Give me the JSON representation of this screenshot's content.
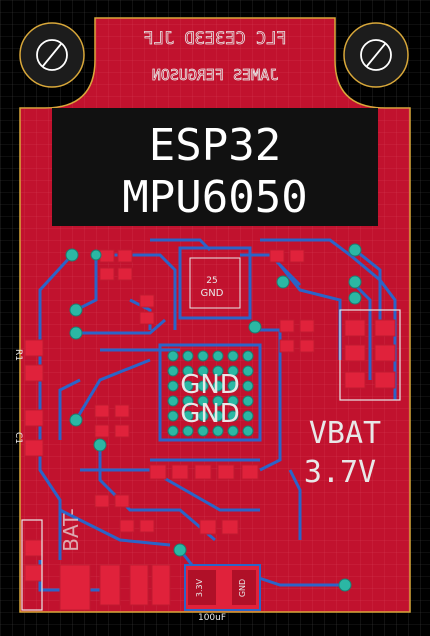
{
  "board": {
    "title_line1": "ESP32",
    "title_line2": "MPU6050",
    "vbat_line1": "VBAT",
    "vbat_line2": "3.7V",
    "top_mirror_text": "FLC CE3E3D JLF",
    "top_mirror_text2": "JAMES FERGUSON",
    "chip_pin_label": "25",
    "chip_gnd_label": "GND",
    "pad_gnd_1": "GND",
    "pad_gnd_2": "GND",
    "cap_label_1": "3.3V",
    "cap_label_2": "GND",
    "cap_bottom_label": "100uF",
    "side_label_left": "BAT-",
    "side_mark_1": "R1",
    "side_mark_2": "C1"
  },
  "colors": {
    "background": "#000000",
    "board_red": "#c1122e",
    "copper_blue": "#2b64c8",
    "via_teal": "#2bb7a4",
    "silk_white": "#ffffff",
    "pad_red": "#e0223b"
  }
}
